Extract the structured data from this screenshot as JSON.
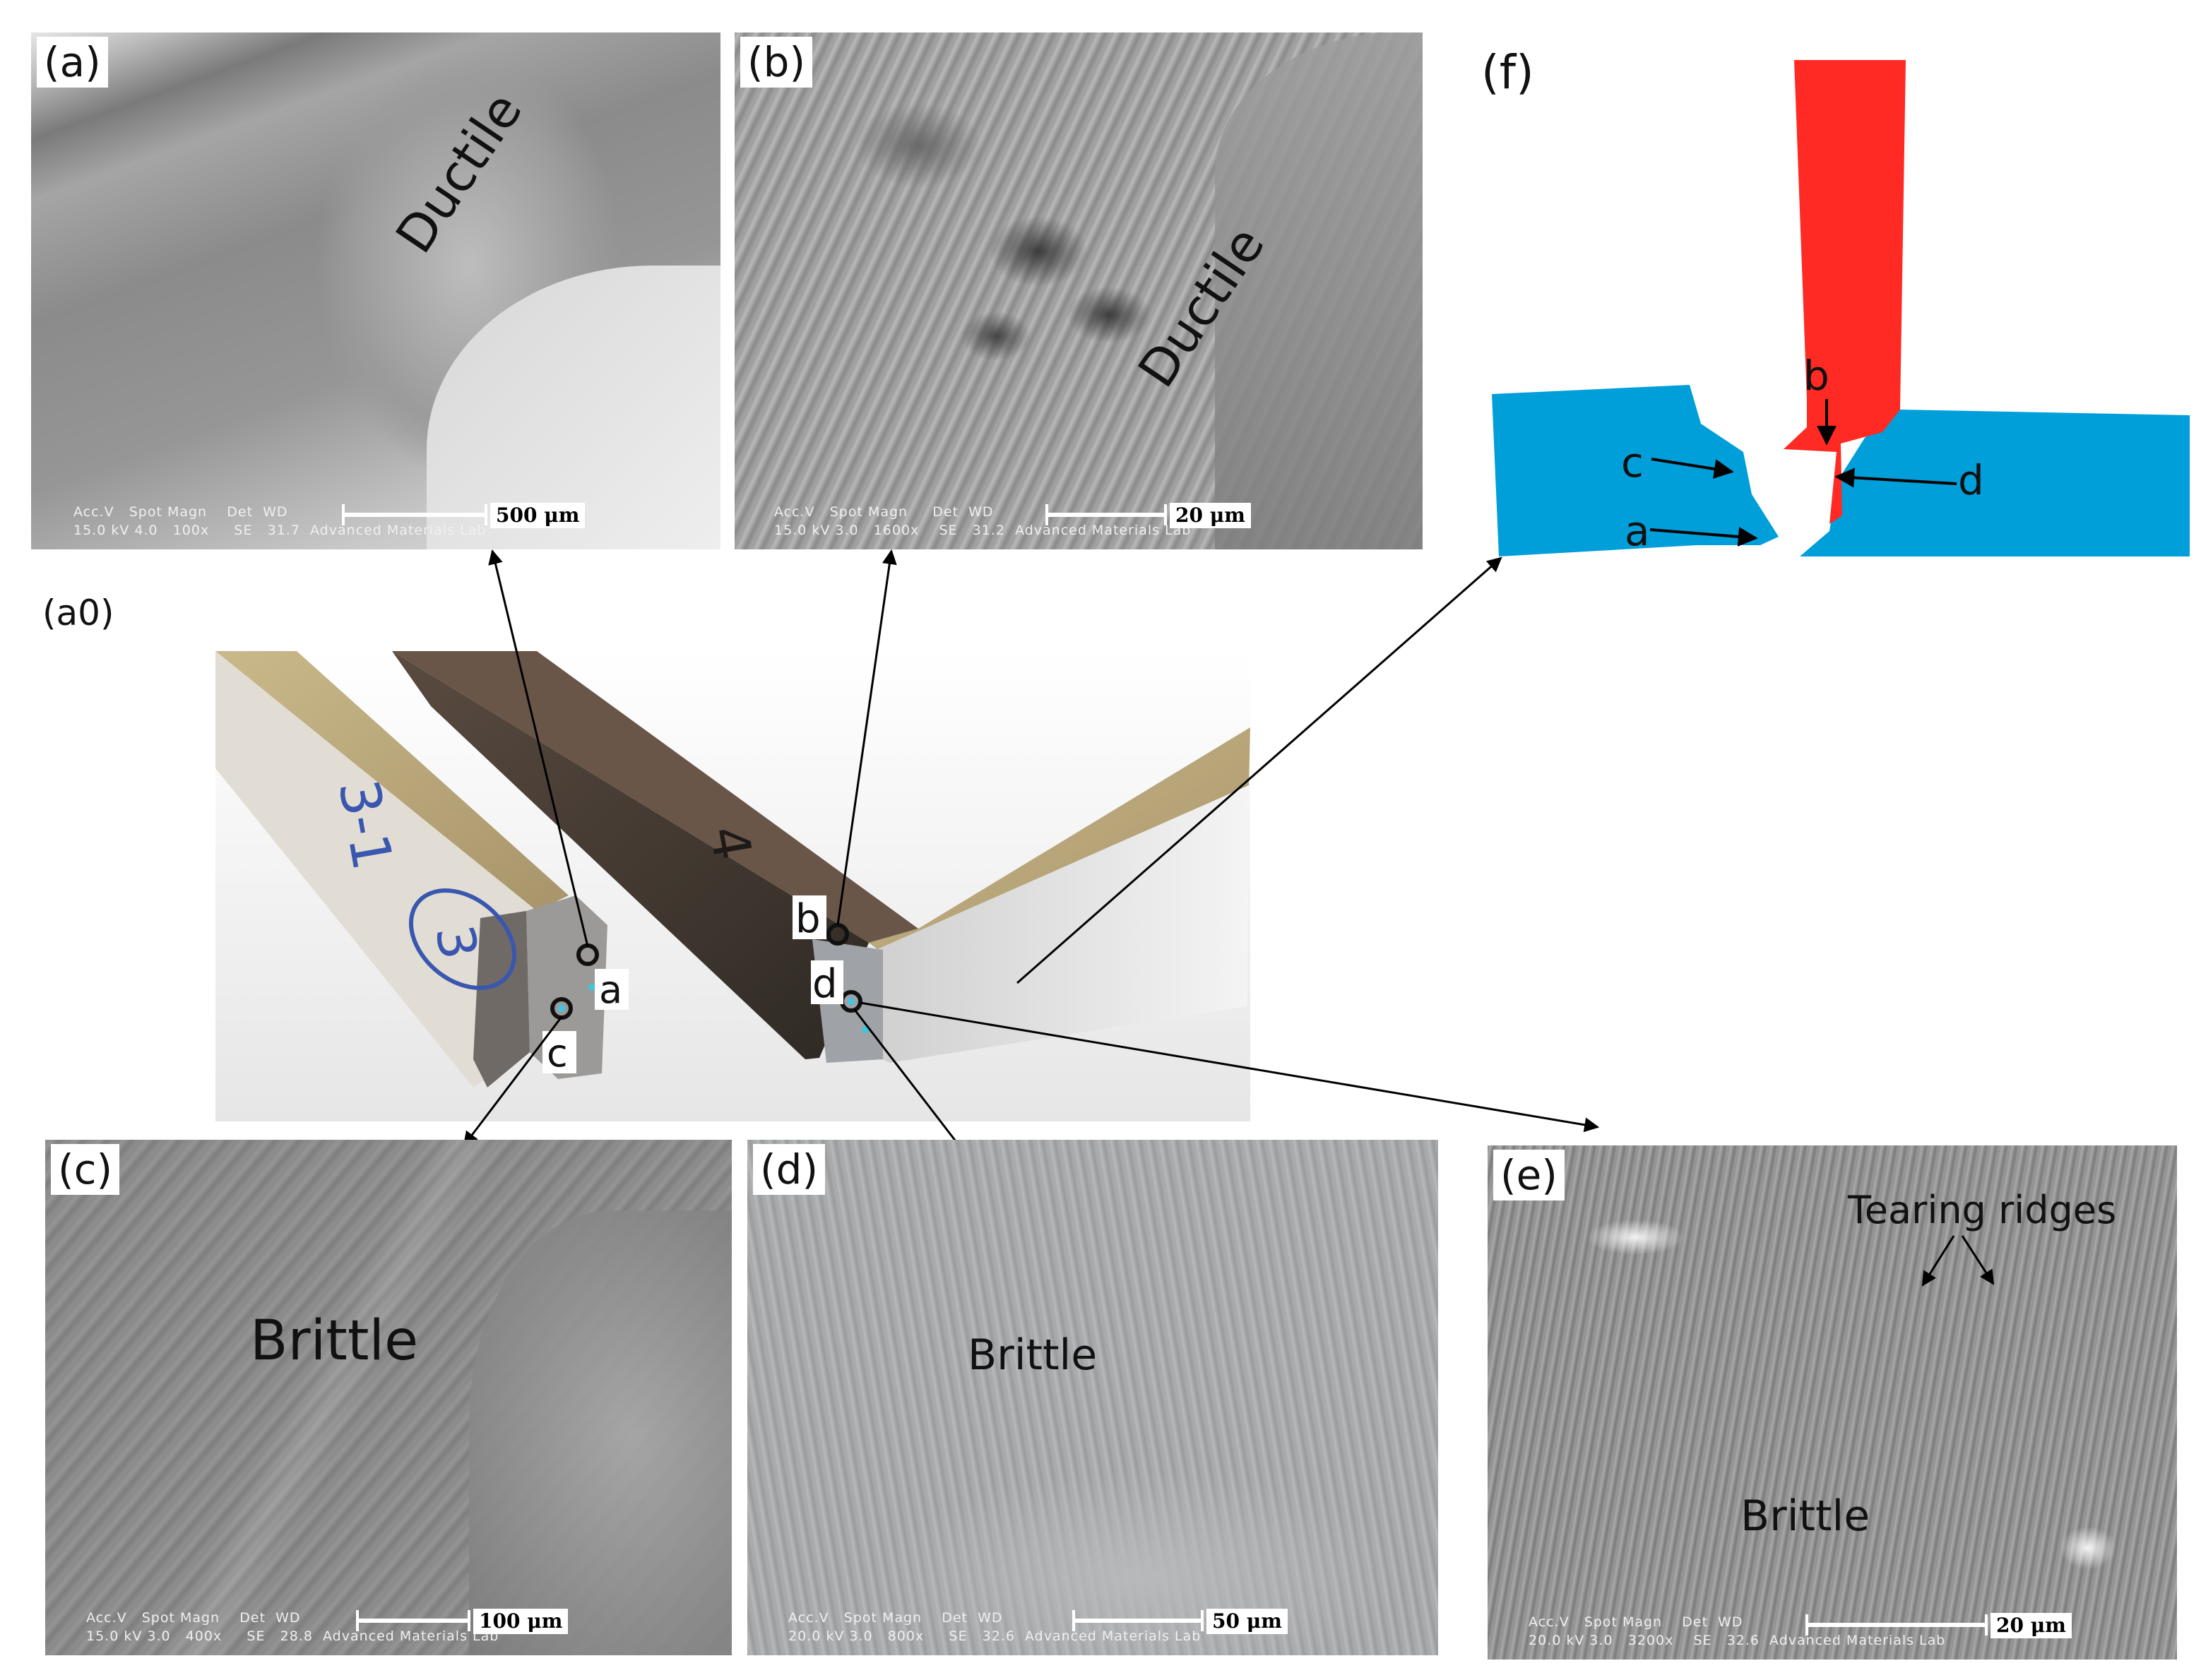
{
  "figure": {
    "panels": {
      "a": {
        "label": "(a)",
        "annotation": "Ductile",
        "scale": "500 μm",
        "meta_line1": "Acc.V   Spot Magn    Det  WD",
        "meta_line2": "15.0 kV 4.0   100x     SE   31.7  Advanced Materials Lab"
      },
      "b": {
        "label": "(b)",
        "annotation": "Ductile",
        "scale": "20 μm",
        "meta_line1": "Acc.V   Spot Magn     Det  WD",
        "meta_line2": "15.0 kV 3.0   1600x    SE   31.2  Advanced Materials Lab"
      },
      "a0": {
        "label": "(a0)",
        "points": {
          "a": "a",
          "b": "b",
          "c": "c",
          "d": "d"
        },
        "handwriting": {
          "left": "3-1",
          "circle": "3",
          "middle": "4"
        }
      },
      "c": {
        "label": "(c)",
        "annotation": "Brittle",
        "scale": "100 μm",
        "meta_line1": "Acc.V   Spot Magn    Det  WD",
        "meta_line2": "15.0 kV 3.0   400x     SE   28.8  Advanced Materials Lab"
      },
      "d": {
        "label": "(d)",
        "annotation": "Brittle",
        "scale": "50 μm",
        "meta_line1": "Acc.V   Spot Magn    Det  WD",
        "meta_line2": "20.0 kV 3.0   800x     SE   32.6  Advanced Materials Lab"
      },
      "e": {
        "label": "(e)",
        "annotation": "Brittle",
        "feature": "Tearing ridges",
        "scale": "20 μm",
        "meta_line1": "Acc.V   Spot Magn    Det  WD",
        "meta_line2": "20.0 kV 3.0   3200x    SE   32.6  Advanced Materials Lab"
      },
      "f": {
        "label": "(f)",
        "points": {
          "a": "a",
          "b": "b",
          "c": "c",
          "d": "d"
        },
        "colors": {
          "base": "#009fda",
          "upper": "#ff2a24"
        }
      }
    }
  }
}
